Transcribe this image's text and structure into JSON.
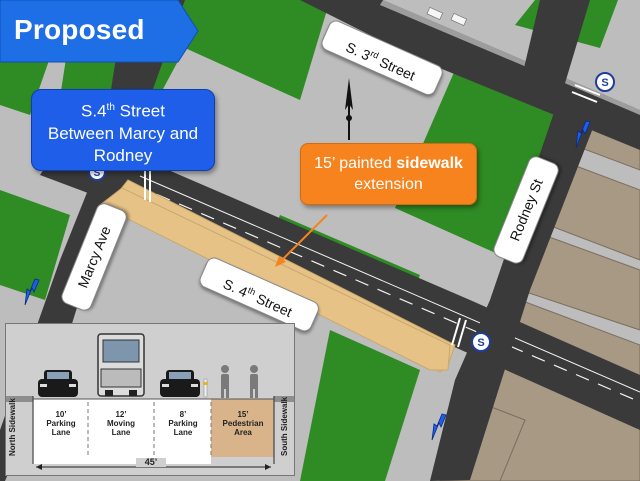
{
  "header": {
    "tab_label": "Proposed"
  },
  "title_box": {
    "line1_main": "S.4",
    "line1_sup": "th",
    "line1_rest": " Street",
    "line2": "Between Marcy and",
    "line3": "Rodney"
  },
  "callout": {
    "part1": "15’ painted ",
    "bold": "sidewalk",
    "line2": "extension"
  },
  "streets": {
    "s3rd": {
      "main": "S. 3",
      "sup": "rd",
      "rest": " Street"
    },
    "s4th": {
      "main": "S. 4",
      "sup": "th",
      "rest": " Street"
    },
    "marcy": "Marcy Ave",
    "rodney": "Rodney St"
  },
  "cross_section": {
    "north_sidewalk": "North Sidewalk",
    "south_sidewalk": "South Sidewalk",
    "lanes": [
      {
        "width": "10’",
        "name1": "Parking",
        "name2": "Lane"
      },
      {
        "width": "12’",
        "name1": "Moving",
        "name2": "Lane"
      },
      {
        "width": "8’",
        "name1": "Parking",
        "name2": "Lane"
      },
      {
        "width": "15’",
        "name1": "Pedestrian",
        "name2": "Area"
      }
    ],
    "total_width": "45’"
  },
  "colors": {
    "tab_blue": "#1e6fe6",
    "title_blue": "#1e5ee8",
    "callout_orange": "#f7831f",
    "park_green": "#2b8a1f",
    "road": "#3a3a3a",
    "sidewalk": "#c8c8c8",
    "painted_extension": "#e6c287",
    "pedestrian_area": "#d9b48b"
  },
  "icons": [
    "north-arrow-icon",
    "subway-station-icon",
    "one-way-arrow-icon",
    "truck-icon",
    "car-icon",
    "pedestrian-icon"
  ]
}
